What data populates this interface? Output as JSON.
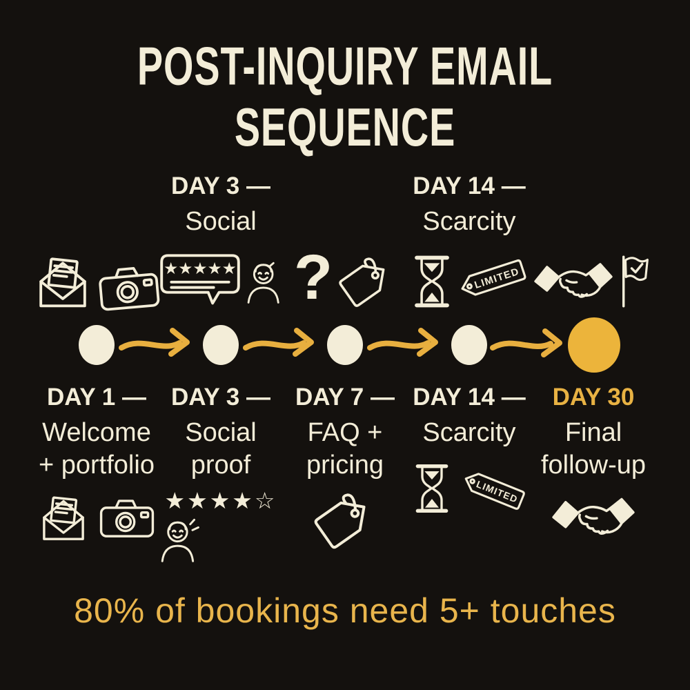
{
  "title": "POST-INQUIRY EMAIL SEQUENCE",
  "footer": "80% of bookings need 5+ touches",
  "question_mark": "?",
  "limited_label": "LIMITED",
  "stars": {
    "five": "★★★★★",
    "four_half": "★★★★☆"
  },
  "colors": {
    "background": "#14110E",
    "cream": "#F3EDD8",
    "gold": "#E8B243",
    "gold_text": "#E9B54C"
  },
  "timeline": {
    "top_labels": [
      {
        "day": "DAY 3 —",
        "topic": "Social"
      },
      {
        "day": "DAY 14 —",
        "topic": "Scarcity"
      }
    ],
    "top_icon_groups": [
      [
        "envelope-icon",
        "camera-icon"
      ],
      [
        "review-bubble-icon",
        "person-icon"
      ],
      [
        "question-mark-icon",
        "price-tag-icon"
      ],
      [
        "hourglass-icon",
        "limited-tag-icon"
      ],
      [
        "handshake-icon",
        "flag-icon"
      ]
    ],
    "nodes": [
      {
        "highlight": false
      },
      {
        "highlight": false
      },
      {
        "highlight": false
      },
      {
        "highlight": false
      },
      {
        "highlight": true
      }
    ],
    "stages": [
      {
        "day": "DAY 1 —",
        "line1": "Welcome",
        "line2": "+ portfolio",
        "icons": [
          "envelope-icon",
          "camera-icon"
        ],
        "highlight": false
      },
      {
        "day": "DAY 3 —",
        "line1": "Social",
        "line2": "proof",
        "icons": [
          "star-rating-icon",
          "person-icon"
        ],
        "highlight": false
      },
      {
        "day": "DAY 7 —",
        "line1": "FAQ +",
        "line2": "pricing",
        "icons": [
          "price-tag-icon"
        ],
        "highlight": false
      },
      {
        "day": "DAY 14 —",
        "line1": "Scarcity",
        "line2": "",
        "icons": [
          "hourglass-icon",
          "limited-tag-icon"
        ],
        "highlight": false
      },
      {
        "day": "DAY 30",
        "line1": "Final",
        "line2": "follow-up",
        "icons": [
          "handshake-icon"
        ],
        "highlight": true
      }
    ]
  }
}
